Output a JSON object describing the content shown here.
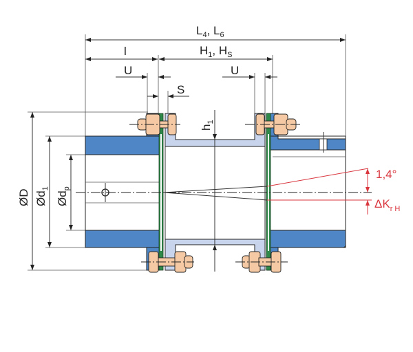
{
  "labels": {
    "overall_length": {
      "main1": "L",
      "sub1": "4",
      "sep": ", ",
      "main2": "L",
      "sub2": "6"
    },
    "hub_length": "l",
    "spacer_length": {
      "main1": "H",
      "sub1": "1",
      "sep": ", ",
      "main2": "H",
      "sub2": "S"
    },
    "u_left": "U",
    "u_right": "U",
    "gap": "S",
    "h1": {
      "main": "h",
      "sub": "1"
    },
    "outer_diameter": "ØD",
    "d1": {
      "main": "Ød",
      "sub": "1"
    },
    "dp": {
      "main": "Ød",
      "sub": "p"
    },
    "angle": "1,4°",
    "radial_offset": {
      "main": "ΔK",
      "sub": "r H"
    }
  },
  "colors": {
    "hub": "#4f86c6",
    "spacer": "#c8d4ec",
    "disk": "#2f8a4a",
    "bolt": "#f4c9a4",
    "annotation": "#d9363e"
  }
}
